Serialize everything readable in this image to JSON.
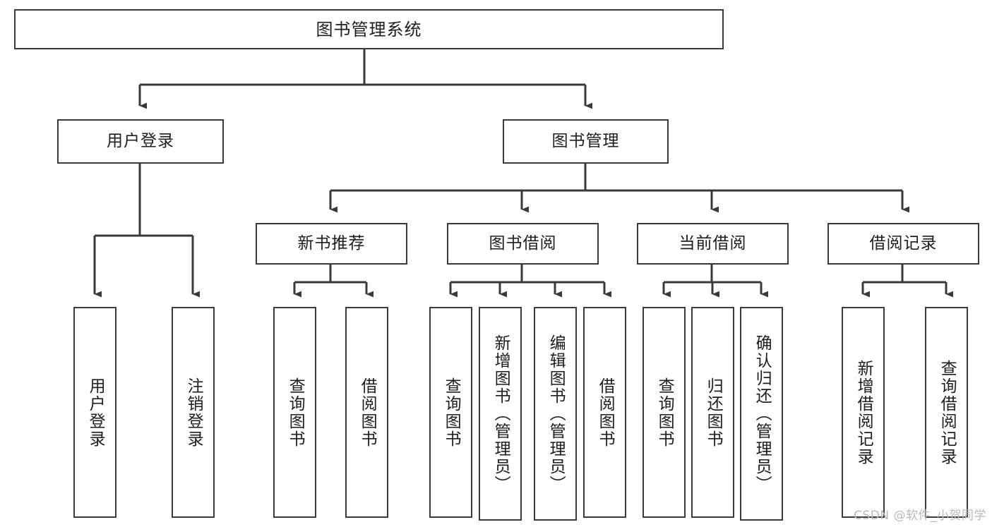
{
  "diagram": {
    "title": "图书管理系统",
    "type": "tree-hierarchy",
    "root": {
      "label": "图书管理系统"
    },
    "level2": [
      {
        "label": "用户登录"
      },
      {
        "label": "图书管理"
      }
    ],
    "level3": [
      {
        "label": "新书推荐"
      },
      {
        "label": "图书借阅"
      },
      {
        "label": "当前借阅"
      },
      {
        "label": "借阅记录"
      }
    ],
    "leaves": {
      "user_login": [
        {
          "label": "用户登录"
        },
        {
          "label": "注销登录"
        }
      ],
      "new_book_recommend": [
        {
          "label": "查询图书"
        },
        {
          "label": "借阅图书"
        }
      ],
      "book_borrow": [
        {
          "label": "查询图书"
        },
        {
          "label": "新增图书（管理员）"
        },
        {
          "label": "编辑图书（管理员）"
        },
        {
          "label": "借阅图书"
        }
      ],
      "current_borrow": [
        {
          "label": "查询图书"
        },
        {
          "label": "归还图书"
        },
        {
          "label": "确认归还（管理员）"
        }
      ],
      "borrow_record": [
        {
          "label": "新增借阅记录"
        },
        {
          "label": "查询借阅记录"
        }
      ]
    }
  },
  "watermark": {
    "text": "CSDN @软件_小贺同学"
  },
  "colors": {
    "stroke": "#3a3a3a",
    "background": "#ffffff",
    "text": "#1d1d1d",
    "watermark": "#b9b9b9"
  }
}
